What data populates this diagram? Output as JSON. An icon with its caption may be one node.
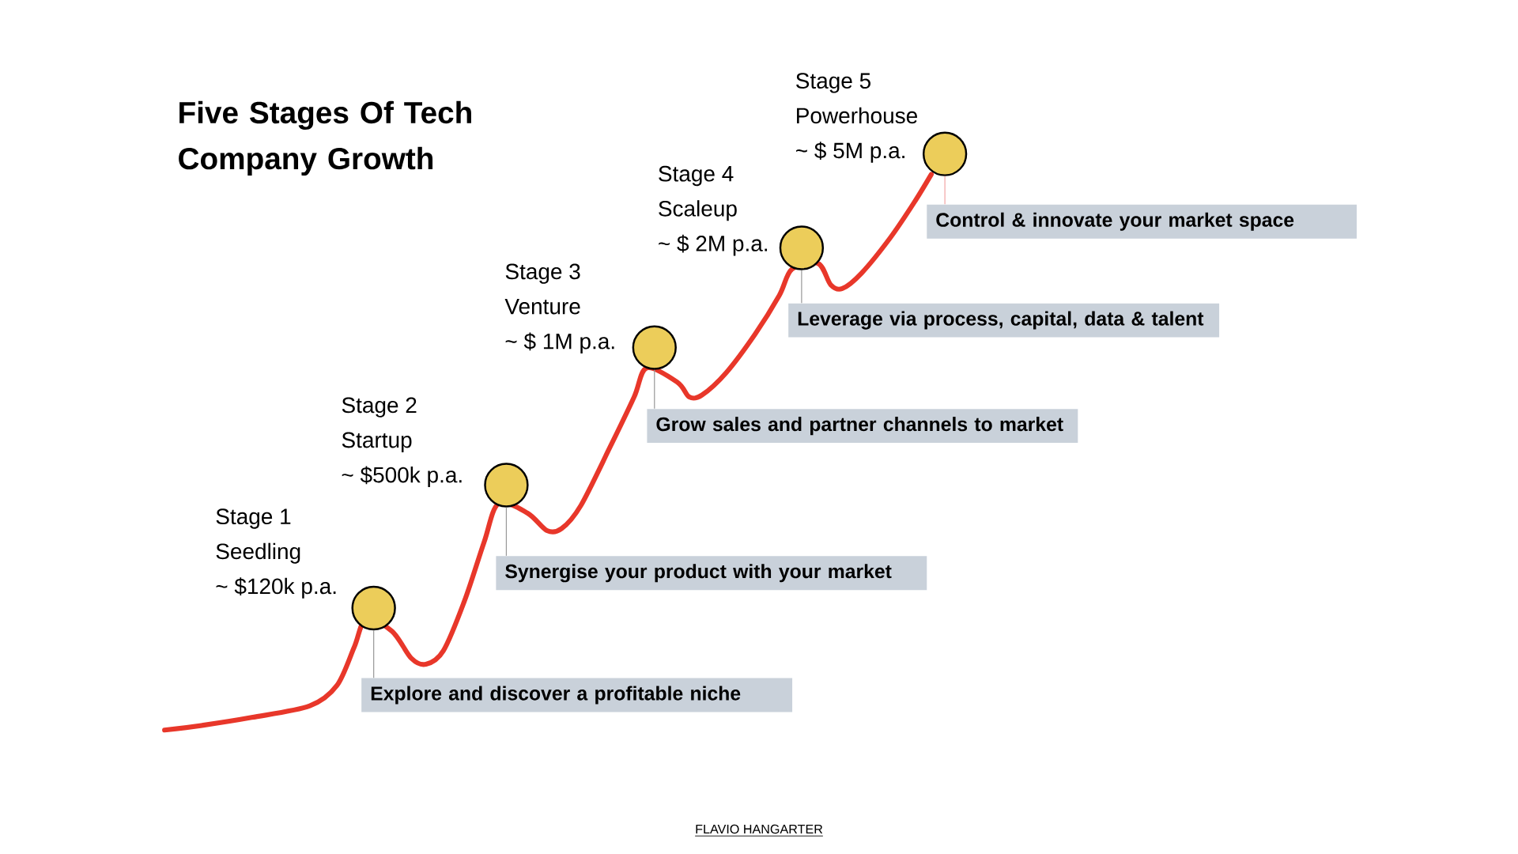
{
  "diagram": {
    "title": "Five Stages Of Tech Company Growth",
    "nodes": [
      {
        "text": [],
        "shape": "circle",
        "beside": [
          "Stage 1",
          "Seedling",
          "~ $120k p.a."
        ]
      },
      {
        "text": [],
        "shape": "circle",
        "beside": [
          "Stage 2",
          "Startup",
          "~ $500k p.a."
        ]
      },
      {
        "text": [],
        "shape": "circle",
        "beside": [
          "Stage 3",
          "Venture",
          "~ $ 1M p.a."
        ]
      },
      {
        "text": [],
        "shape": "circle",
        "beside": [
          "Stage 4",
          "Scaleup",
          "~ $ 2M p.a."
        ]
      },
      {
        "text": [],
        "shape": "circle",
        "beside": [
          "Stage 5",
          "Powerhouse",
          "~ $ 5M p.a."
        ]
      },
      {
        "text": [
          "Explore and discover a profitable niche"
        ]
      },
      {
        "text": [
          "Synergise your product with your market"
        ]
      },
      {
        "text": [
          "Grow sales and partner channels to market"
        ]
      },
      {
        "text": [
          "Leverage via process, capital, data & talent"
        ]
      },
      {
        "text": [
          "Control & innovate your market space"
        ]
      }
    ],
    "edges": [
      {
        "from": 0,
        "to": 5,
        "arrow": "none"
      },
      {
        "from": 1,
        "to": 6,
        "arrow": "none"
      },
      {
        "from": 2,
        "to": 7,
        "arrow": "none"
      },
      {
        "from": 3,
        "to": 8,
        "arrow": "none"
      },
      {
        "from": 4,
        "to": 9,
        "arrow": "none",
        "color": "#f2a7a7"
      }
    ],
    "labels": [
      "FLAVIO HANGARTER"
    ]
  }
}
